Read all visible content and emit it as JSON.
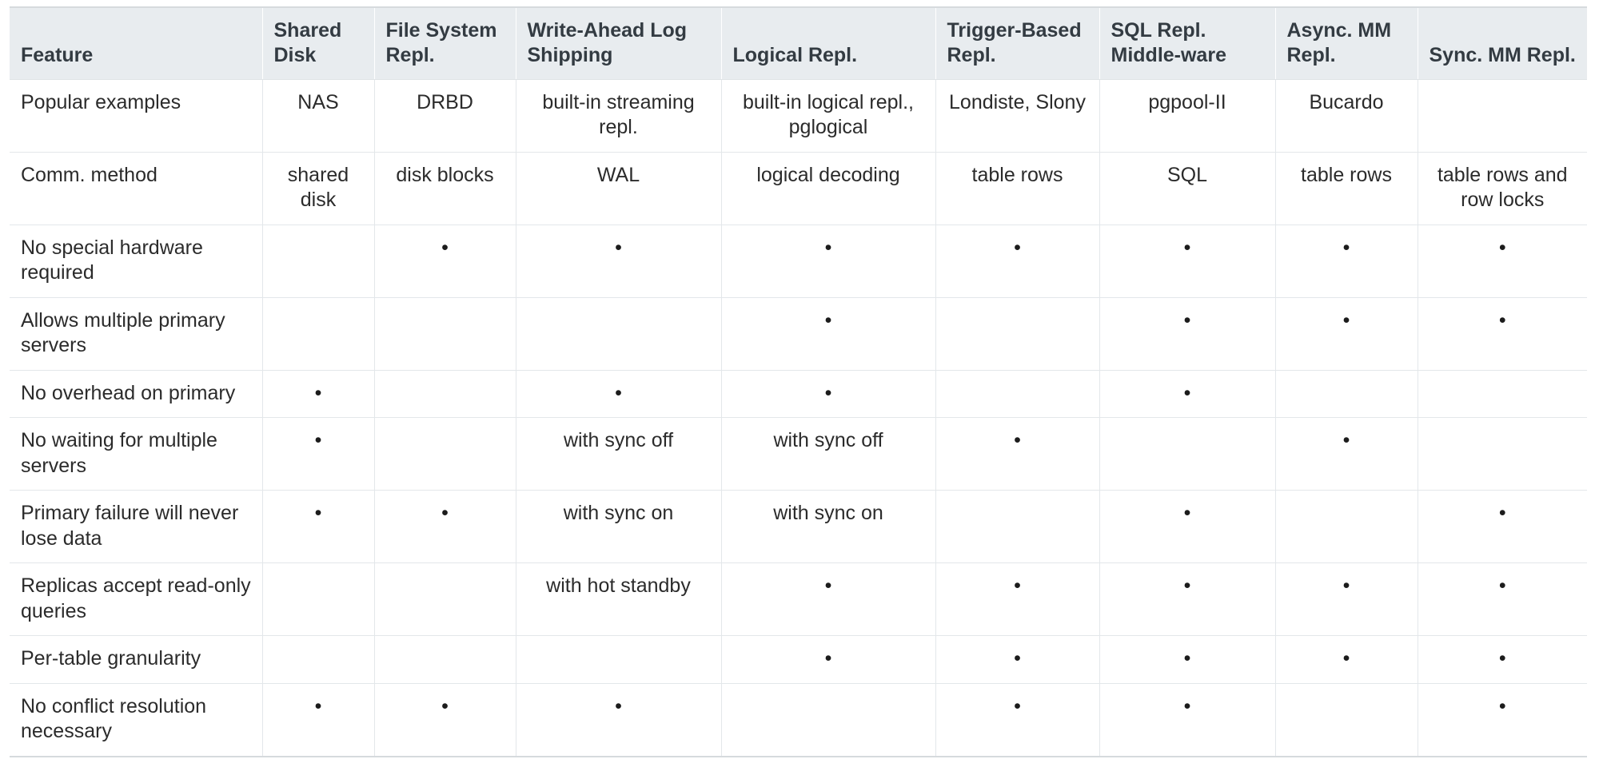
{
  "table": {
    "caption": "",
    "columns": [
      {
        "key": "feature",
        "label": "Feature"
      },
      {
        "key": "shared_disk",
        "label": "Shared Disk"
      },
      {
        "key": "fs_repl",
        "label": "File System Repl."
      },
      {
        "key": "wal_shipping",
        "label": "Write-Ahead Log Shipping"
      },
      {
        "key": "logical_repl",
        "label": "Logical Repl."
      },
      {
        "key": "trigger_repl",
        "label": "Trigger-Based Repl."
      },
      {
        "key": "sql_middleware",
        "label": "SQL Repl. Middle-ware"
      },
      {
        "key": "async_mm",
        "label": "Async. MM Repl."
      },
      {
        "key": "sync_mm",
        "label": "Sync. MM Repl."
      }
    ],
    "bullet_glyph": "•",
    "rows": [
      {
        "feature": "Popular examples",
        "cells": [
          "NAS",
          "DRBD",
          "built-in streaming repl.",
          "built-in logical repl., pglogical",
          "Londiste, Slony",
          "pgpool-II",
          "Bucardo",
          ""
        ]
      },
      {
        "feature": "Comm. method",
        "cells": [
          "shared disk",
          "disk blocks",
          "WAL",
          "logical decoding",
          "table rows",
          "SQL",
          "table rows",
          "table rows and row locks"
        ]
      },
      {
        "feature": "No special hardware required",
        "cells": [
          "",
          "•",
          "•",
          "•",
          "•",
          "•",
          "•",
          "•"
        ]
      },
      {
        "feature": "Allows multiple primary servers",
        "cells": [
          "",
          "",
          "",
          "•",
          "",
          "•",
          "•",
          "•"
        ]
      },
      {
        "feature": "No overhead on primary",
        "cells": [
          "•",
          "",
          "•",
          "•",
          "",
          "•",
          "",
          ""
        ]
      },
      {
        "feature": "No waiting for multiple servers",
        "cells": [
          "•",
          "",
          "with sync off",
          "with sync off",
          "•",
          "",
          "•",
          ""
        ]
      },
      {
        "feature": "Primary failure will never lose data",
        "cells": [
          "•",
          "•",
          "with sync on",
          "with sync on",
          "",
          "•",
          "",
          "•"
        ]
      },
      {
        "feature": "Replicas accept read-only queries",
        "cells": [
          "",
          "",
          "with hot standby",
          "•",
          "•",
          "•",
          "•",
          "•"
        ]
      },
      {
        "feature": "Per-table granularity",
        "cells": [
          "",
          "",
          "",
          "•",
          "•",
          "•",
          "•",
          "•"
        ]
      },
      {
        "feature": "No conflict resolution necessary",
        "cells": [
          "•",
          "•",
          "•",
          "",
          "•",
          "•",
          "",
          "•"
        ]
      }
    ]
  },
  "colors": {
    "header_bg": "#e8ecef",
    "header_text": "#333b42",
    "body_text": "#2b2b2b",
    "grid_line": "#e3e7ea",
    "outer_line": "#d6dadd",
    "page_bg": "#ffffff"
  }
}
